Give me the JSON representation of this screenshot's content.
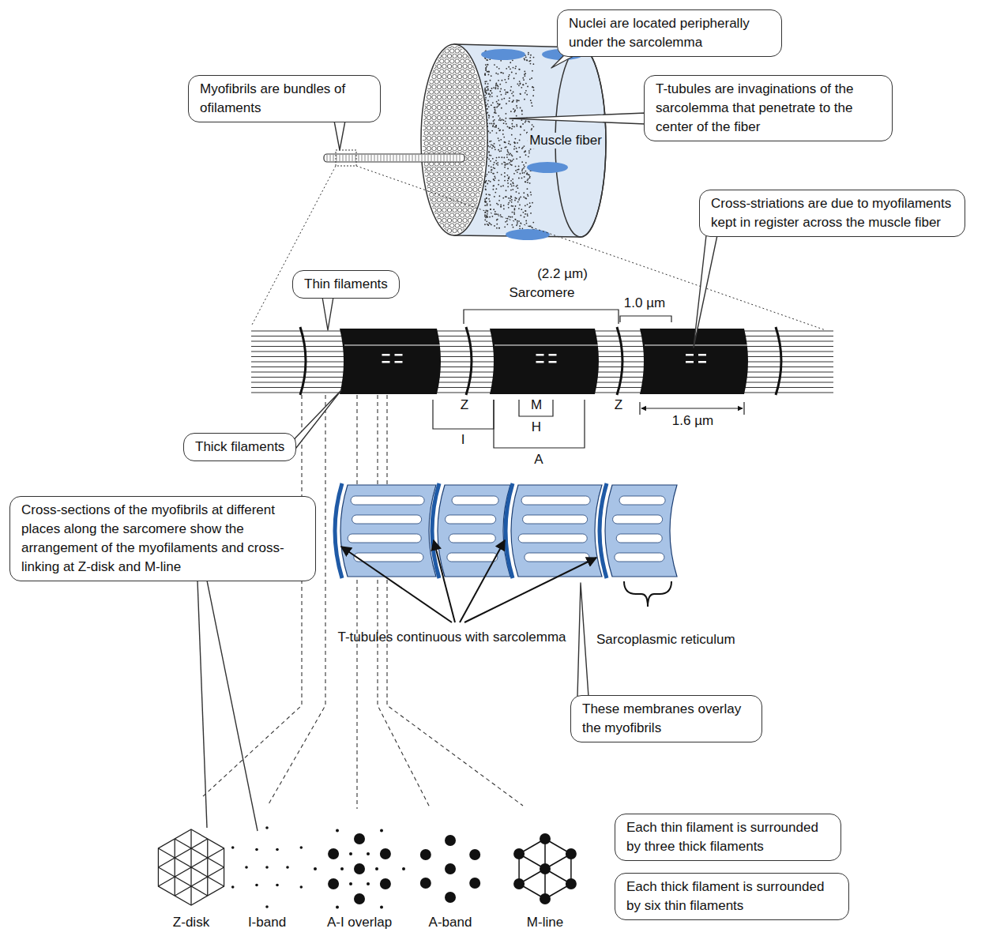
{
  "diagram": {
    "nodes": [
      {
        "text": [
          "Nuclei are located peripherally under the sarcolemma"
        ]
      },
      {
        "text": [
          "Myofibrils are bundles of ofilaments"
        ]
      },
      {
        "text": [
          "T-tubules are invaginations of the sarcolemma that penetrate to the center of the fiber"
        ]
      },
      {
        "text": [
          "Cross-striations are due to myofilaments kept in register across the muscle fiber"
        ]
      },
      {
        "text": [
          "Thin filaments"
        ]
      },
      {
        "text": [
          "Thick filaments"
        ]
      },
      {
        "text": [
          "Cross-sections of the myofibrils at different places along the sarcomere show the arrangement of the myofilaments and cross-linking at Z-disk and M-line"
        ]
      },
      {
        "text": [
          "These membranes overlay the myofibrils"
        ]
      },
      {
        "text": [
          "Each thin filament is surrounded by three thick filaments"
        ]
      },
      {
        "text": [
          "Each thick filament is surrounded by six thin filaments"
        ]
      }
    ],
    "labels": [
      "Muscle fiber",
      "(2.2 µm)",
      "Sarcomere",
      "1.0 µm",
      "Z",
      "Z",
      "M",
      "H",
      "I",
      "A",
      "1.6 µm",
      "T-tubules continuous with sarcolemma",
      "Sarcoplasmic reticulum",
      "Z-disk",
      "I-band",
      "A-I overlap",
      "A-band",
      "M-line"
    ]
  }
}
